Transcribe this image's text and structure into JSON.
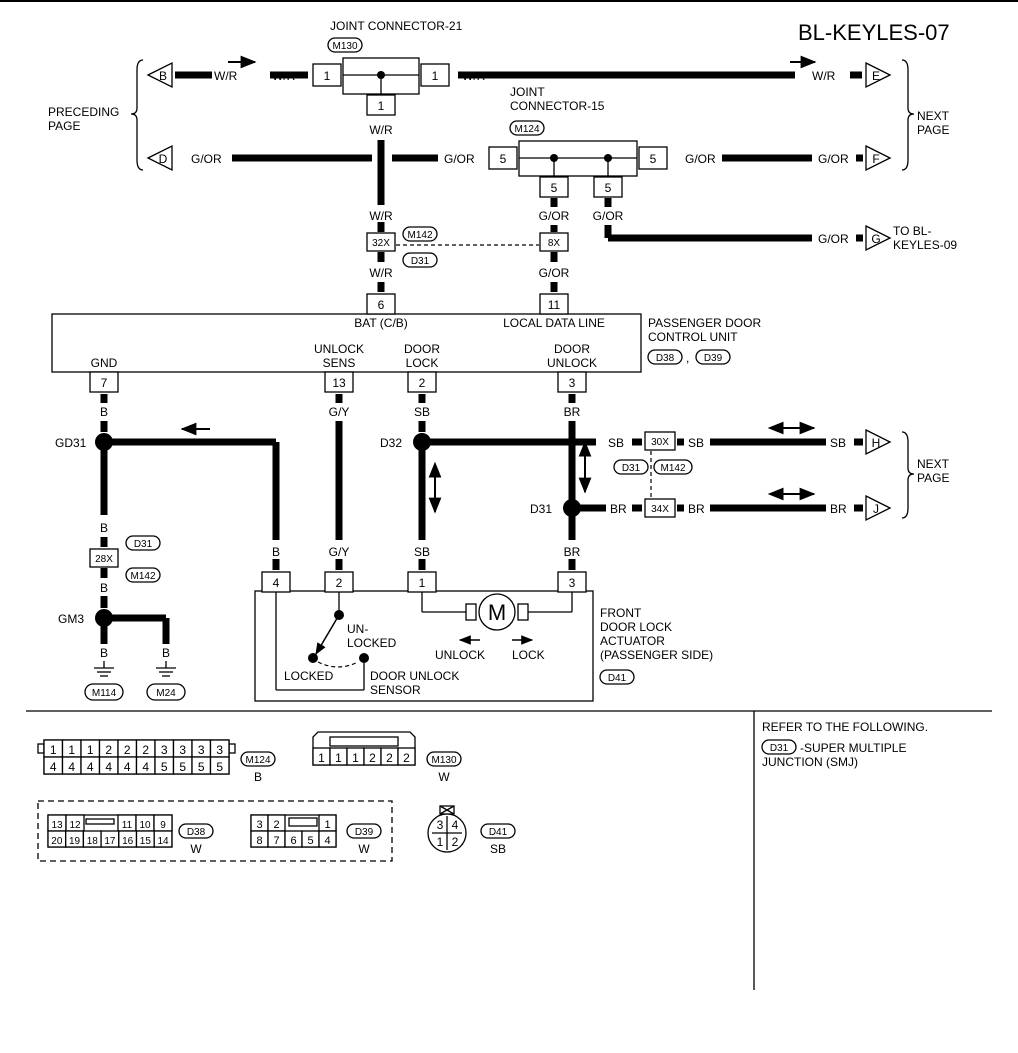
{
  "page_id": "BL-KEYLES-07",
  "joint21": {
    "title": "JOINT CONNECTOR-21",
    "code": "M130",
    "pin": "1"
  },
  "joint15": {
    "title_l1": "JOINT",
    "title_l2": "CONNECTOR-15",
    "code": "M124",
    "pin": "5"
  },
  "preceding": {
    "l1": "PRECEDING",
    "l2": "PAGE"
  },
  "next": {
    "l1": "NEXT",
    "l2": "PAGE"
  },
  "to_bl": {
    "l1": "TO BL-",
    "l2": "KEYLES-09"
  },
  "wires": {
    "wr": "W/R",
    "gor": "G/OR",
    "b": "B",
    "gy": "G/Y",
    "sb": "SB",
    "br": "BR"
  },
  "markers": {
    "b": "B",
    "d": "D",
    "e": "E",
    "f": "F",
    "g": "G",
    "h": "H",
    "j": "J"
  },
  "inline": {
    "c32x": "32X",
    "c8x": "8X",
    "c30x": "30X",
    "c34x": "34X",
    "c28x": "28X",
    "m142": "M142",
    "d31": "D31"
  },
  "unit": {
    "name_l1": "PASSENGER DOOR",
    "name_l2": "CONTROL UNIT",
    "code1": "D38",
    "code2": "D39",
    "sep": ",",
    "bat": "BAT (C/B)",
    "local": "LOCAL DATA LINE",
    "gnd": "GND",
    "unlock_sens_l1": "UNLOCK",
    "unlock_sens_l2": "SENS",
    "door_lock_l1": "DOOR",
    "door_lock_l2": "LOCK",
    "door_unlock_l1": "DOOR",
    "door_unlock_l2": "UNLOCK",
    "pin6": "6",
    "pin11": "11",
    "pin7": "7",
    "pin13": "13",
    "pin2": "2",
    "pin3": "3"
  },
  "splices": {
    "gd31": "GD31",
    "gm3": "GM3",
    "d32": "D32",
    "d31": "D31"
  },
  "grounds": {
    "m114": "M114",
    "m24": "M24"
  },
  "actuator": {
    "l1": "FRONT",
    "l2": "DOOR LOCK",
    "l3": "ACTUATOR",
    "l4": "(PASSENGER SIDE)",
    "code": "D41",
    "pin4": "4",
    "pin2": "2",
    "pin1": "1",
    "pin3": "3",
    "motor": "M",
    "unlocked_l1": "UN-",
    "unlocked_l2": "LOCKED",
    "locked": "LOCKED",
    "sensor_l1": "DOOR UNLOCK",
    "sensor_l2": "SENSOR",
    "unlock": "UNLOCK",
    "lock": "LOCK"
  },
  "refer": {
    "title": "REFER TO THE FOLLOWING.",
    "code": "D31",
    "desc_l1": "-SUPER MULTIPLE",
    "desc_l2": "JUNCTION (SMJ)"
  },
  "connectors": {
    "m124": {
      "code": "M124",
      "color": "B",
      "row1": [
        "1",
        "1",
        "1",
        "2",
        "2",
        "2",
        "3",
        "3",
        "3",
        "3"
      ],
      "row2": [
        "4",
        "4",
        "4",
        "4",
        "4",
        "4",
        "5",
        "5",
        "5",
        "5"
      ]
    },
    "m130": {
      "code": "M130",
      "color": "W",
      "row1": [
        "1",
        "1",
        "1",
        "2",
        "2",
        "2"
      ]
    },
    "d38": {
      "code": "D38",
      "color": "W",
      "row1a": [
        "13",
        "12"
      ],
      "row1b": [
        "11",
        "10",
        "9"
      ],
      "row2": [
        "20",
        "19",
        "18",
        "17",
        "16",
        "15",
        "14"
      ]
    },
    "d39": {
      "code": "D39",
      "color": "W",
      "row1a": [
        "3",
        "2"
      ],
      "row1b": [
        "1"
      ],
      "row2": [
        "8",
        "7",
        "6",
        "5",
        "4"
      ]
    },
    "d41": {
      "code": "D41",
      "color": "SB",
      "row1": [
        "3",
        "4"
      ],
      "row2": [
        "1",
        "2"
      ]
    }
  }
}
